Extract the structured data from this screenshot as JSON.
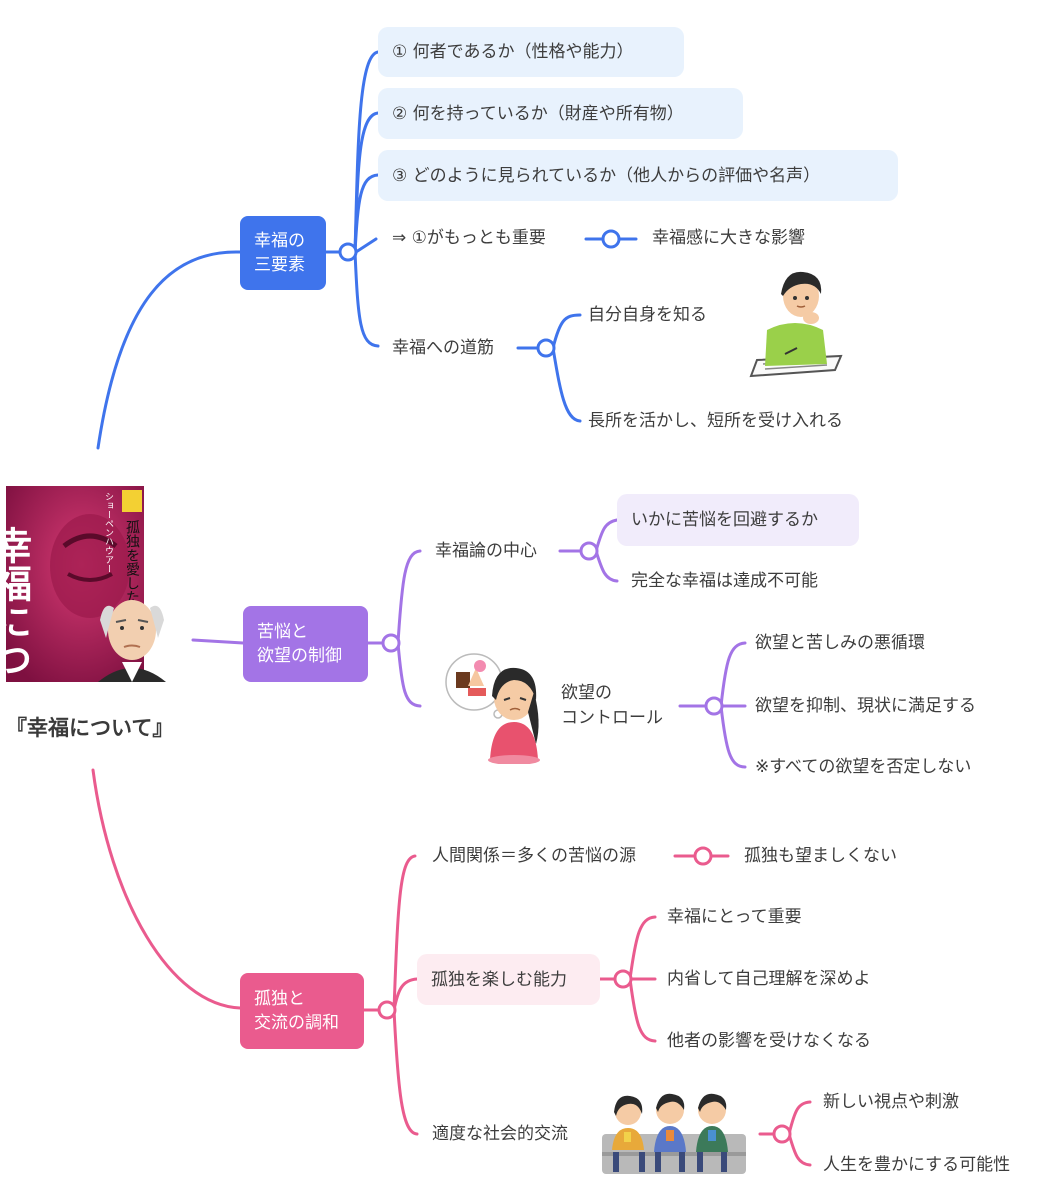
{
  "center": {
    "title": "『幸福について』",
    "book_title": "幸福について",
    "book_subtitle": "孤独を愛した",
    "book_author": "ショーペンハウアー"
  },
  "branches": {
    "b1": {
      "label": "幸福の\n三要素",
      "color": "#3f74ec",
      "items": [
        "① 何者であるか（性格や能力）",
        "② 何を持っているか（財産や所有物）",
        "③ どのように見られているか（他人からの評価や名声）"
      ],
      "important": "⇒ ①がもっとも重要",
      "important_note": "幸福感に大きな影響",
      "path": {
        "label": "幸福への道筋",
        "items": [
          "自分自身を知る",
          "長所を活かし、短所を受け入れる"
        ]
      }
    },
    "b2": {
      "label": "苦悩と\n欲望の制御",
      "color": "#a374e6",
      "core": {
        "label": "幸福論の中心",
        "items": [
          "いかに苦悩を回避するか",
          "完全な幸福は達成不可能"
        ]
      },
      "control": {
        "label": "欲望の\nコントロール",
        "items": [
          "欲望と苦しみの悪循環",
          "欲望を抑制、現状に満足する",
          "※すべての欲望を否定しない"
        ]
      }
    },
    "b3": {
      "label": "孤独と\n交流の調和",
      "color": "#ea5b8e",
      "relation": "人間関係＝多くの苦悩の源",
      "relation_note": "孤独も望ましくない",
      "ability": {
        "label": "孤独を楽しむ能力",
        "items": [
          "幸福にとって重要",
          "内省して自己理解を深めよ",
          "他者の影響を受けなくなる"
        ]
      },
      "social": {
        "label": "適度な社会的交流",
        "items": [
          "新しい視点や刺激",
          "人生を豊かにする可能性"
        ]
      }
    }
  }
}
